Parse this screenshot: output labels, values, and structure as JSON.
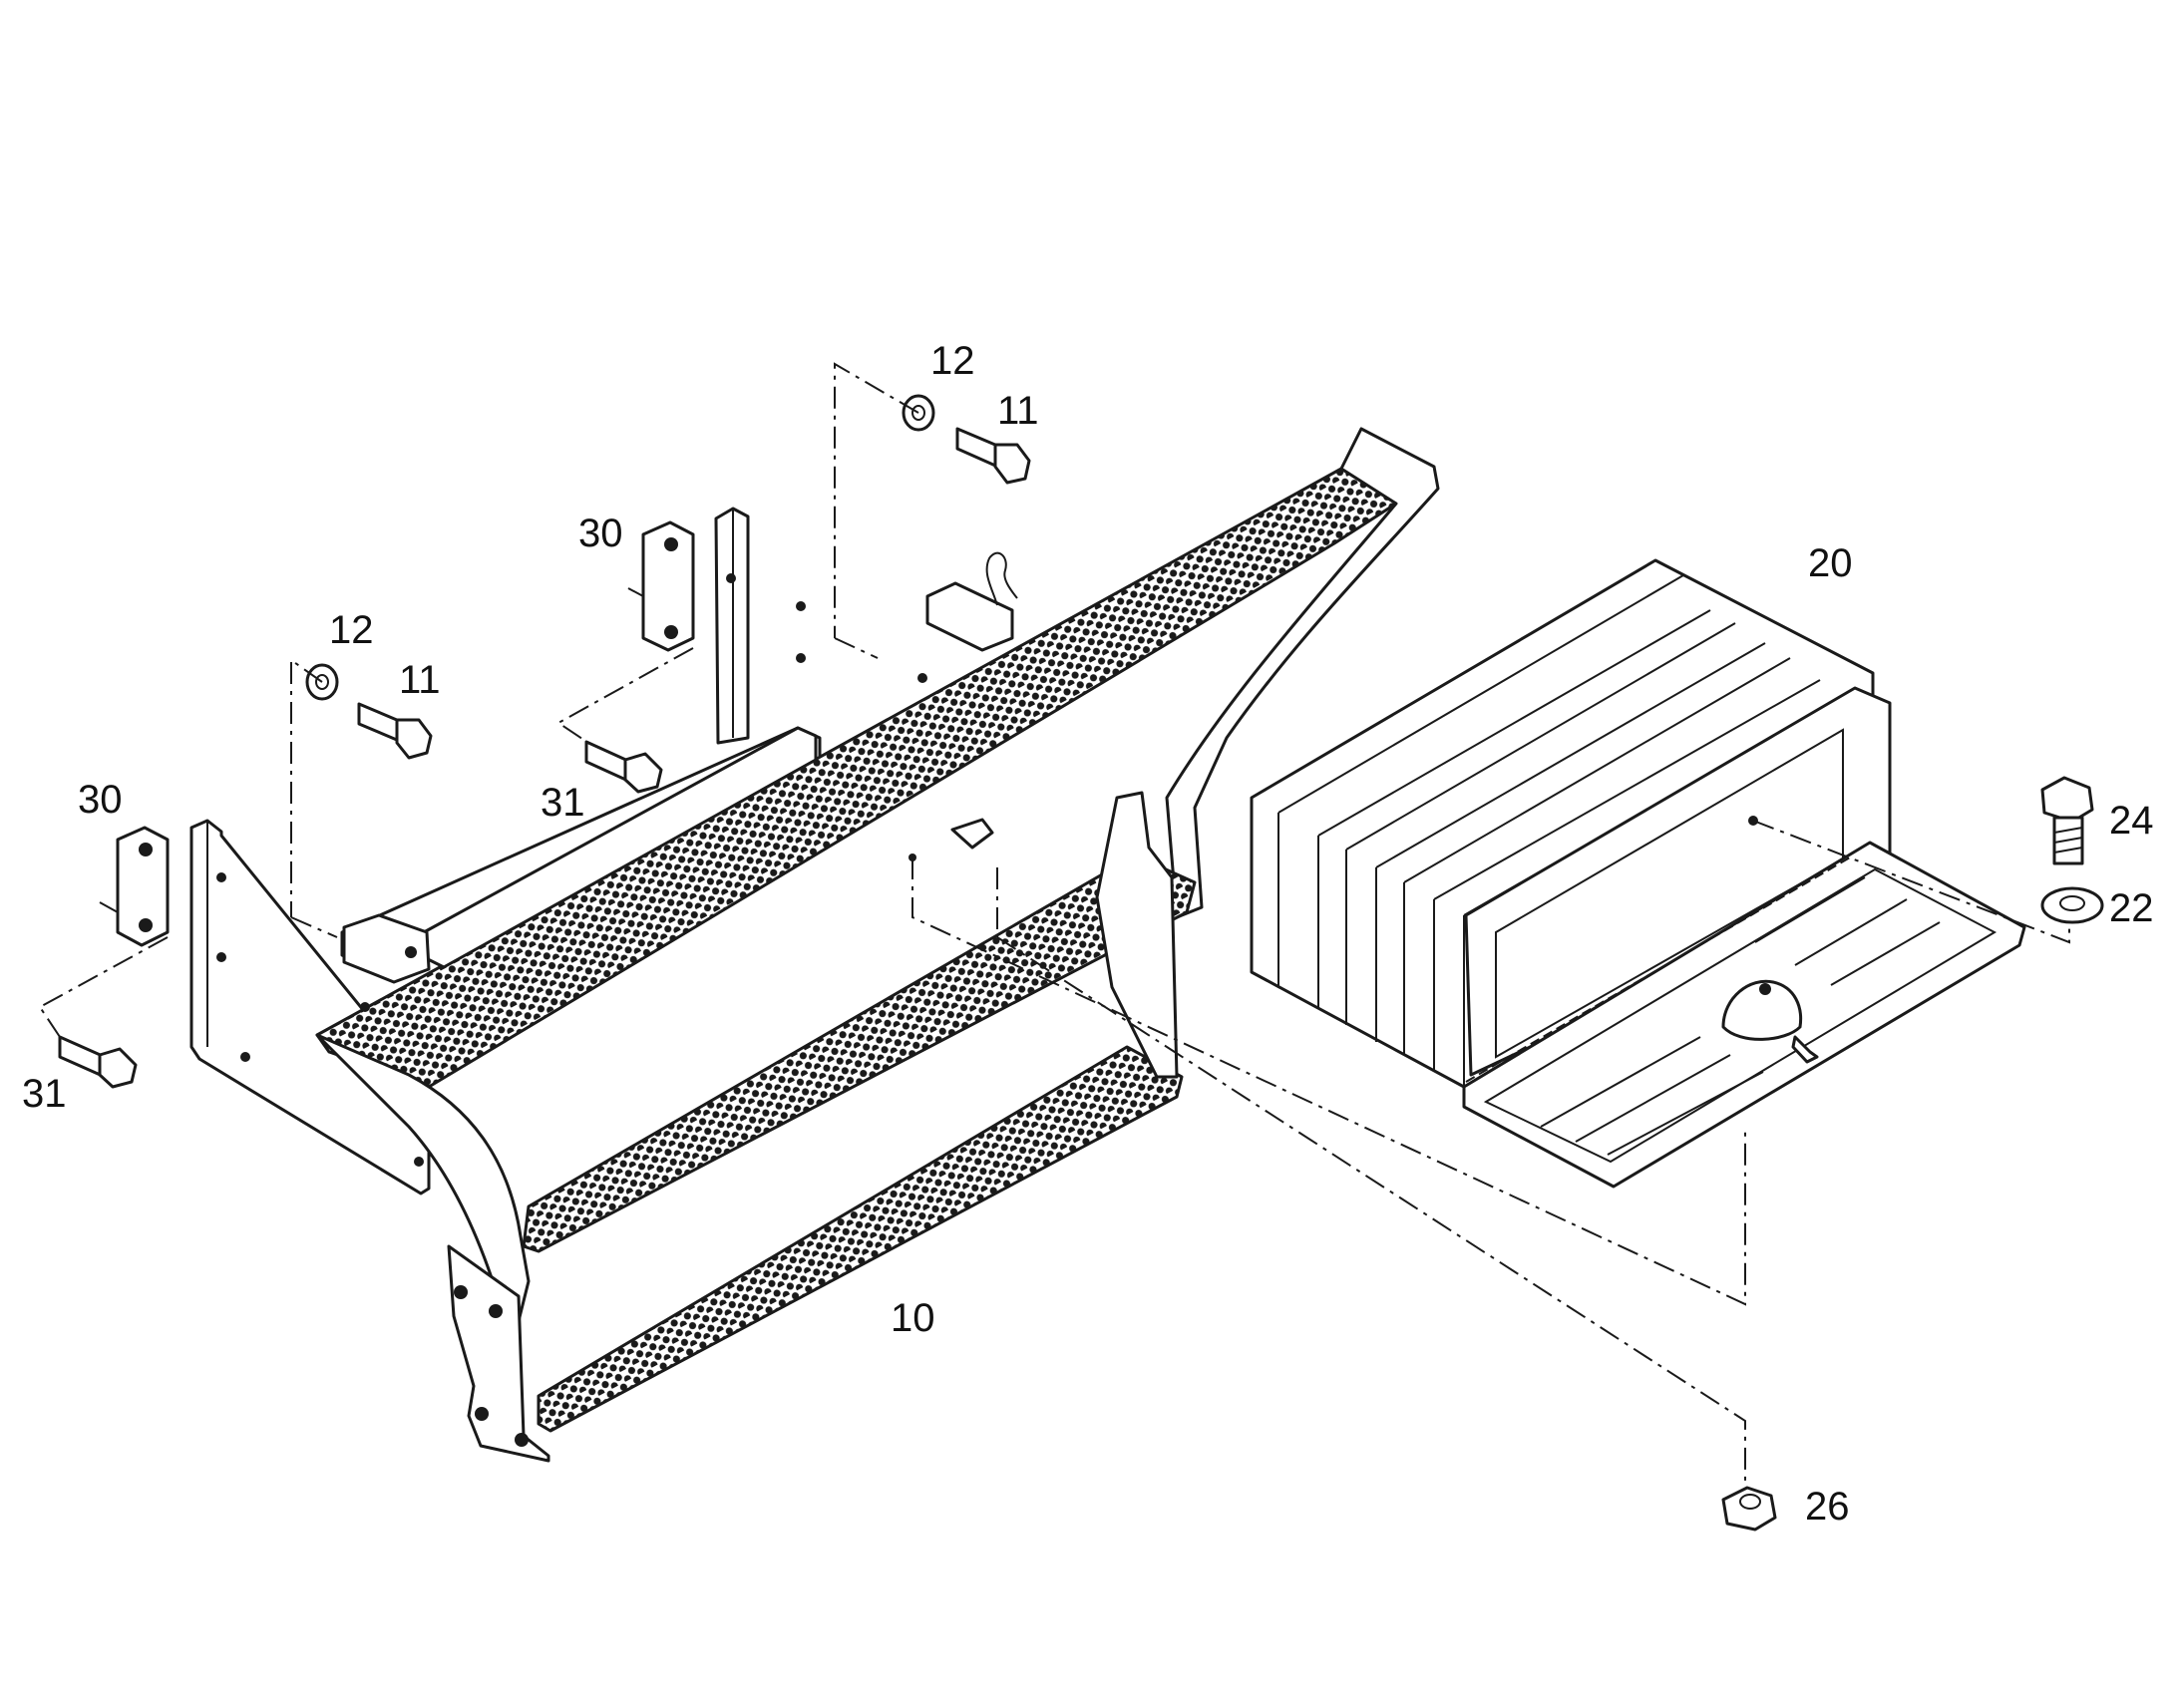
{
  "callouts": {
    "c10": "10",
    "c11a": "11",
    "c11b": "11",
    "c12a": "12",
    "c12b": "12",
    "c20": "20",
    "c22": "22",
    "c24": "24",
    "c26": "26",
    "c30a": "30",
    "c30b": "30",
    "c31a": "31",
    "c31b": "31"
  }
}
